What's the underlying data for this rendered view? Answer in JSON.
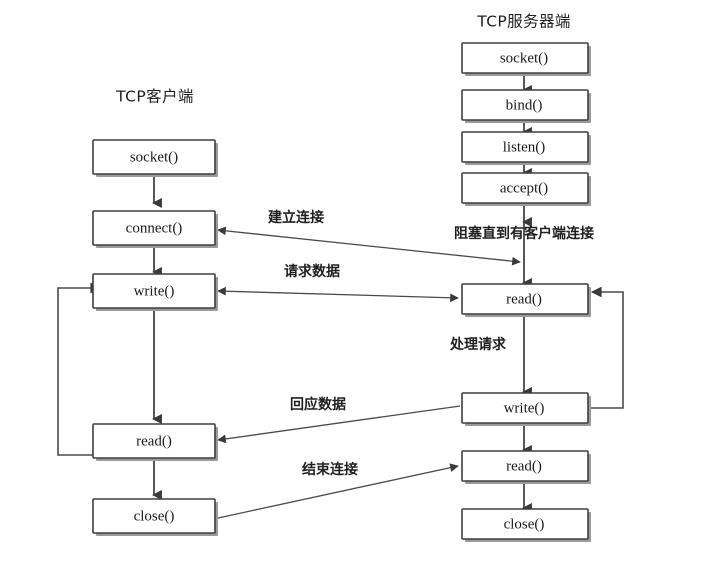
{
  "diagram": {
    "title_client": "TCP客户端",
    "title_server": "TCP服务器端",
    "client_nodes": [
      {
        "id": "c-socket",
        "label": "socket()"
      },
      {
        "id": "c-connect",
        "label": "connect()"
      },
      {
        "id": "c-write",
        "label": "write()"
      },
      {
        "id": "c-read",
        "label": "read()"
      },
      {
        "id": "c-close",
        "label": "close()"
      }
    ],
    "server_nodes": [
      {
        "id": "s-socket",
        "label": "socket()"
      },
      {
        "id": "s-bind",
        "label": "bind()"
      },
      {
        "id": "s-listen",
        "label": "listen()"
      },
      {
        "id": "s-accept",
        "label": "accept()"
      },
      {
        "id": "s-read1",
        "label": "read()"
      },
      {
        "id": "s-write",
        "label": "write()"
      },
      {
        "id": "s-read2",
        "label": "read()"
      },
      {
        "id": "s-close",
        "label": "close()"
      }
    ],
    "edge_labels": {
      "establish": "建立连接",
      "blocking": "阻塞直到有客户端连接",
      "request_data": "请求数据",
      "handle_request": "处理请求",
      "response_data": "回应数据",
      "close_connection": "结束连接"
    },
    "colors": {
      "box_border": "#3f3f3f",
      "box_fill": "#ffffff",
      "shadow": "#9a9a9a",
      "line": "#4a4a4a",
      "text": "#1a1a1a",
      "background": "#ffffff"
    }
  }
}
